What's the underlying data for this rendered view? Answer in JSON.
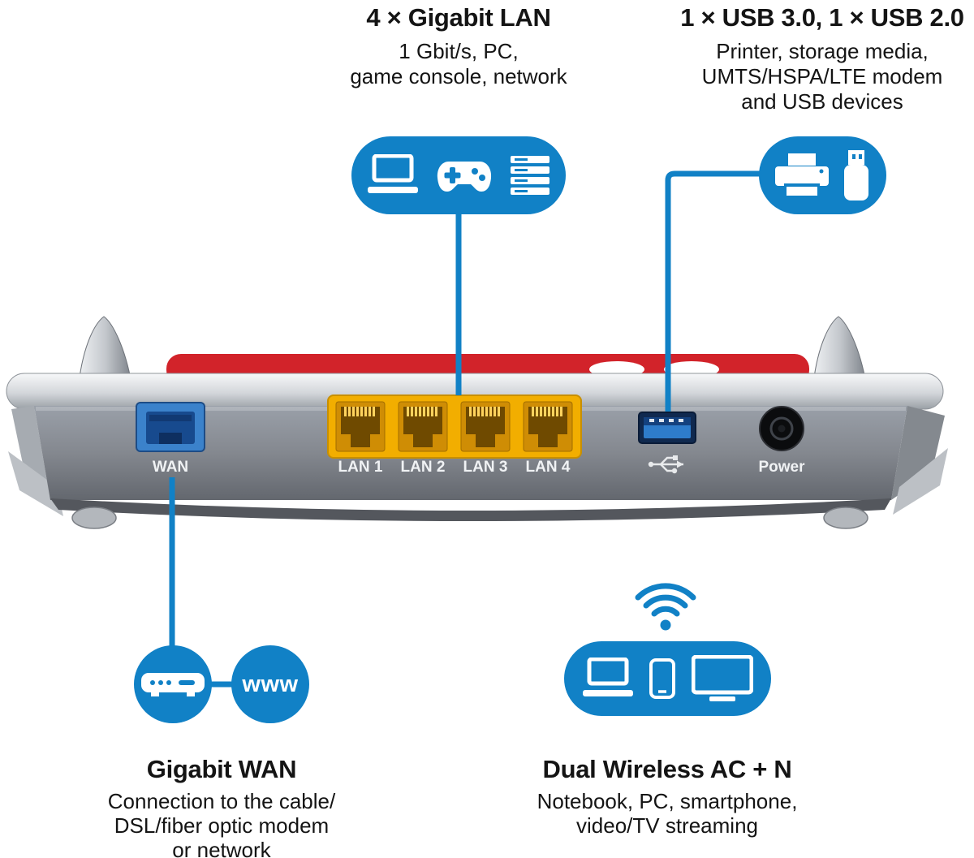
{
  "colors": {
    "accent_blue": "#1181c6",
    "lan_yellow": "#f2ae00",
    "router_red": "#d2232a",
    "text": "#141414"
  },
  "annotations": {
    "lan": {
      "title": "4 × Gigabit LAN",
      "line1": "1 Gbit/s, PC,",
      "line2": "game console, network",
      "icons": [
        "laptop-icon",
        "gamepad-icon",
        "server-icon"
      ]
    },
    "usb": {
      "title": "1 × USB 3.0, 1 × USB 2.0",
      "line1": "Printer, storage media,",
      "line2": "UMTS/HSPA/LTE modem",
      "line3": "and USB devices",
      "icons": [
        "printer-icon",
        "usb-stick-icon"
      ]
    },
    "wan": {
      "title": "Gigabit WAN",
      "line1": "Connection to the cable/",
      "line2": "DSL/fiber optic modem",
      "line3": "or network",
      "www": "www",
      "icons": [
        "modem-icon",
        "www-badge"
      ]
    },
    "wireless": {
      "title": "Dual Wireless AC + N",
      "line1": "Notebook, PC, smartphone,",
      "line2": "video/TV streaming",
      "icons": [
        "wifi-icon",
        "laptop-icon",
        "smartphone-icon",
        "tv-icon"
      ]
    }
  },
  "router": {
    "wan_label": "WAN",
    "lan_labels": [
      "LAN 1",
      "LAN 2",
      "LAN 3",
      "LAN 4"
    ],
    "power_label": "Power"
  }
}
